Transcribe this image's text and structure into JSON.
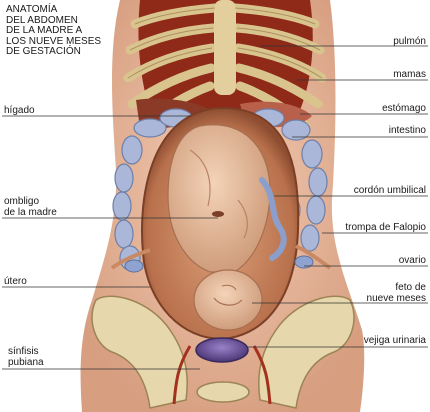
{
  "title_lines": [
    "ANATOMÍA",
    "DEL ABDOMEN",
    "DE LA MADRE A",
    "LOS NUEVE MESES",
    "DE GESTACIÓN"
  ],
  "labels": {
    "pulmon": "pulmón",
    "mamas": "mamas",
    "higado": "hígado",
    "estomago": "estómago",
    "intestino": "intestino",
    "cordon_umbilical": "cordón umbilical",
    "ombligo_line1": "ombligo",
    "ombligo_line2": "de la madre",
    "trompa_de_falopio": "trompa de Falopio",
    "ovario": "ovario",
    "utero": "útero",
    "feto_line1": "feto de",
    "feto_line2": "nueve meses",
    "vejiga_urinaria": "vejiga urinaria",
    "sinfisis_line1": "sínfisis",
    "sinfisis_line2": "pubiana"
  },
  "colors": {
    "skin": "#e8b59a",
    "rib": "#d9c48e",
    "muscle": "#a4311e",
    "intestine": "#a9b6d6",
    "uterus": "#c98a63",
    "fetus": "#e8c0a1",
    "bladder": "#6a4f9a",
    "leader": "#333333"
  }
}
